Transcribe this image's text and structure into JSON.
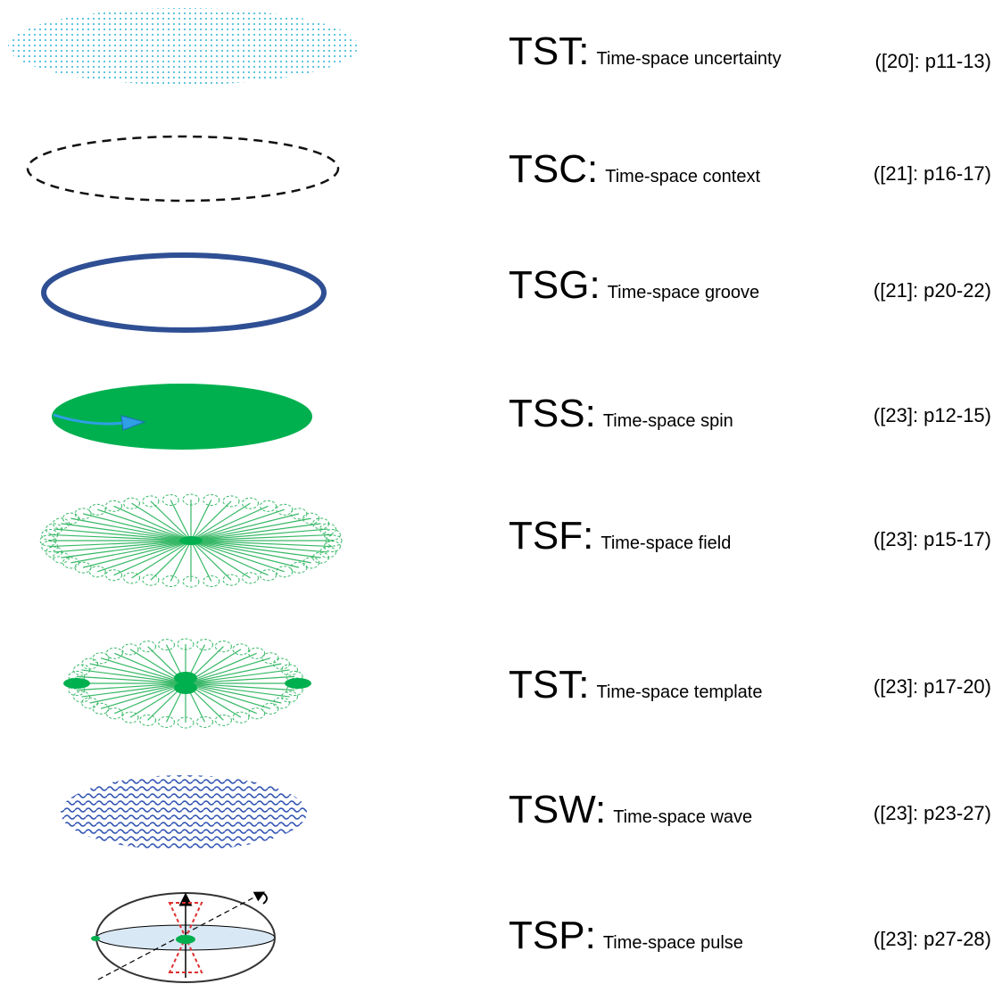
{
  "rows": [
    {
      "abbr": "TST",
      "description": "Time-space uncertainty",
      "reference": "([20]: p11-13)",
      "icon": "dotted-cloud-ellipse-icon"
    },
    {
      "abbr": "TSC",
      "description": "Time-space context",
      "reference": "([21]: p16-17)",
      "icon": "dashed-ellipse-icon"
    },
    {
      "abbr": "TSG",
      "description": "Time-space groove",
      "reference": "([21]: p20-22)",
      "icon": "solid-ring-ellipse-icon"
    },
    {
      "abbr": "TSS",
      "description": "Time-space spin",
      "reference": "([23]: p12-15)",
      "icon": "filled-disc-with-arrow-icon"
    },
    {
      "abbr": "TSF",
      "description": "Time-space field",
      "reference": "([23]: p15-17)",
      "icon": "radial-field-icon"
    },
    {
      "abbr": "TST",
      "description": "Time-space template",
      "reference": "([23]: p17-20)",
      "icon": "radial-template-icon"
    },
    {
      "abbr": "TSW",
      "description": "Time-space wave",
      "reference": "([23]: p23-27)",
      "icon": "wave-pattern-ellipse-icon"
    },
    {
      "abbr": "TSP",
      "description": "Time-space pulse",
      "reference": "([23]: p27-28)",
      "icon": "pulse-sphere-icon"
    }
  ],
  "colors": {
    "dots": "#2bb3d6",
    "dashed": "#111111",
    "ring": "#2f4f94",
    "disc": "#00b04f",
    "arrow": "#2f9fe6",
    "field_lines": "#37b866",
    "wave": "#2a4fb0",
    "cone": "#e03030"
  }
}
